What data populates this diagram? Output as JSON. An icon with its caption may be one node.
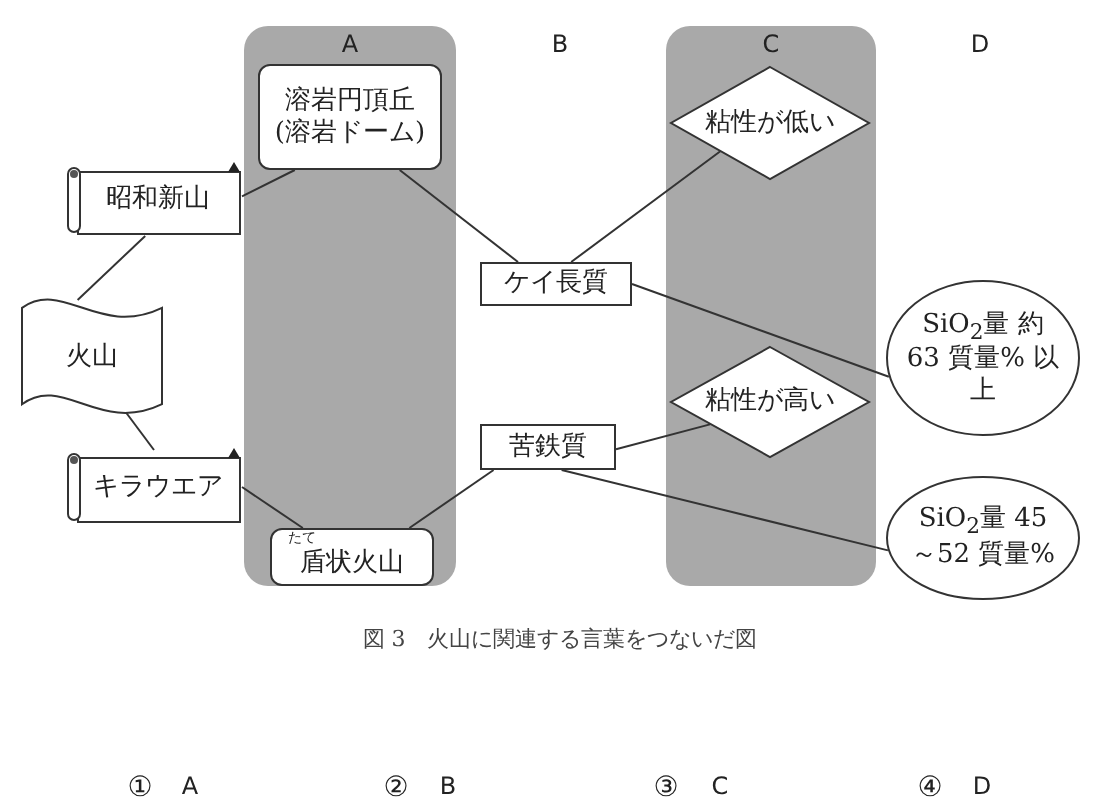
{
  "diagram": {
    "caption": "図 3　火山に関連する言葉をつないだ図",
    "nodes": [
      {
        "text": [
          "A"
        ]
      },
      {
        "text": [
          "C"
        ]
      },
      {
        "text": [
          "溶岩円頂丘 (溶岩ドーム)"
        ],
        "in": 0
      },
      {
        "text": [
          "たて",
          "盾状火山"
        ],
        "in": 0
      },
      {
        "text": [
          "粘性が低い"
        ],
        "in": 1
      },
      {
        "text": [
          "粘性が高い"
        ],
        "in": 1
      },
      {
        "text": [
          "昭和新山"
        ]
      },
      {
        "text": [
          "火山"
        ]
      },
      {
        "text": [
          "キラウエア"
        ]
      },
      {
        "text": [
          "ケイ長質"
        ]
      },
      {
        "text": [
          "苦鉄質"
        ]
      },
      {
        "text": [
          "SiO$_{2}$量 約 63 質量% 以上"
        ]
      },
      {
        "text": [
          "SiO$_{2}$量 45～52 質量%"
        ]
      }
    ],
    "edges": [
      {
        "from": 6,
        "to": 2,
        "arrow": "none"
      },
      {
        "from": 6,
        "to": 7,
        "arrow": "none"
      },
      {
        "from": 7,
        "to": 8,
        "arrow": "none"
      },
      {
        "from": 8,
        "to": 3,
        "arrow": "none"
      },
      {
        "from": 2,
        "to": 9,
        "arrow": "none"
      },
      {
        "from": 9,
        "to": 4,
        "arrow": "none"
      },
      {
        "from": 9,
        "to": 11,
        "arrow": "none"
      },
      {
        "from": 10,
        "to": 5,
        "arrow": "none"
      },
      {
        "from": 10,
        "to": 3,
        "arrow": "none"
      },
      {
        "from": 10,
        "to": 12,
        "arrow": "none"
      }
    ],
    "labels": [
      "B",
      "D",
      "①",
      "A",
      "②",
      "B",
      "③",
      "C",
      "④",
      "D"
    ]
  }
}
